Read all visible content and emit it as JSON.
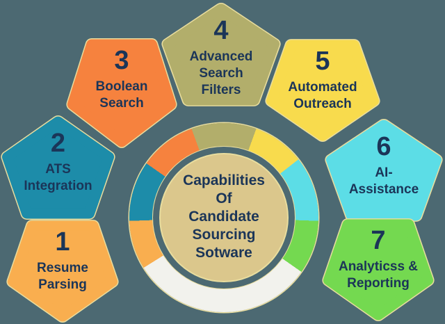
{
  "colors": {
    "background": "#4C6972",
    "center_circle": "#DBC78C",
    "text": "#1B3558",
    "shape_outline": "#E9DD9E",
    "ring_white": "#F2F2ED"
  },
  "center": {
    "title": "Capabilities\nOf\nCandidate\nSourcing\nSotware"
  },
  "pentagons": [
    {
      "number": "1",
      "label": "Resume\nParsing",
      "color": "#F9AE4F",
      "orientation": "down"
    },
    {
      "number": "2",
      "label": "ATS\nIntegration",
      "color": "#1D8CA9",
      "orientation": "up"
    },
    {
      "number": "3",
      "label": "Boolean\nSearch",
      "color": "#F6823E",
      "orientation": "down"
    },
    {
      "number": "4",
      "label": "Advanced\nSearch\nFilters",
      "color": "#B2AE6B",
      "orientation": "up"
    },
    {
      "number": "5",
      "label": "Automated\nOutreach",
      "color": "#F8DB4D",
      "orientation": "down"
    },
    {
      "number": "6",
      "label": "AI-\nAssistance",
      "color": "#5CDDE6",
      "orientation": "up"
    },
    {
      "number": "7",
      "label": "Analyticss &\nReporting",
      "color": "#74D950",
      "orientation": "down"
    }
  ],
  "ring": {
    "from_deg": -20,
    "segments": [
      {
        "name": "advanced-search-filters",
        "color": "#B2AE6B",
        "span_deg": 40
      },
      {
        "name": "automated-outreach",
        "color": "#F8DB4D",
        "span_deg": 32
      },
      {
        "name": "ai-assistance",
        "color": "#5CDDE6",
        "span_deg": 40
      },
      {
        "name": "analytics-reporting",
        "color": "#74D950",
        "span_deg": 33
      },
      {
        "name": "bottom-blank",
        "color": "#F2F2ED",
        "span_deg": 113
      },
      {
        "name": "resume-parsing",
        "color": "#F9AE4F",
        "span_deg": 30
      },
      {
        "name": "ats-integration",
        "color": "#1D8CA9",
        "span_deg": 37
      },
      {
        "name": "boolean-search",
        "color": "#F6823E",
        "span_deg": 35
      }
    ]
  }
}
